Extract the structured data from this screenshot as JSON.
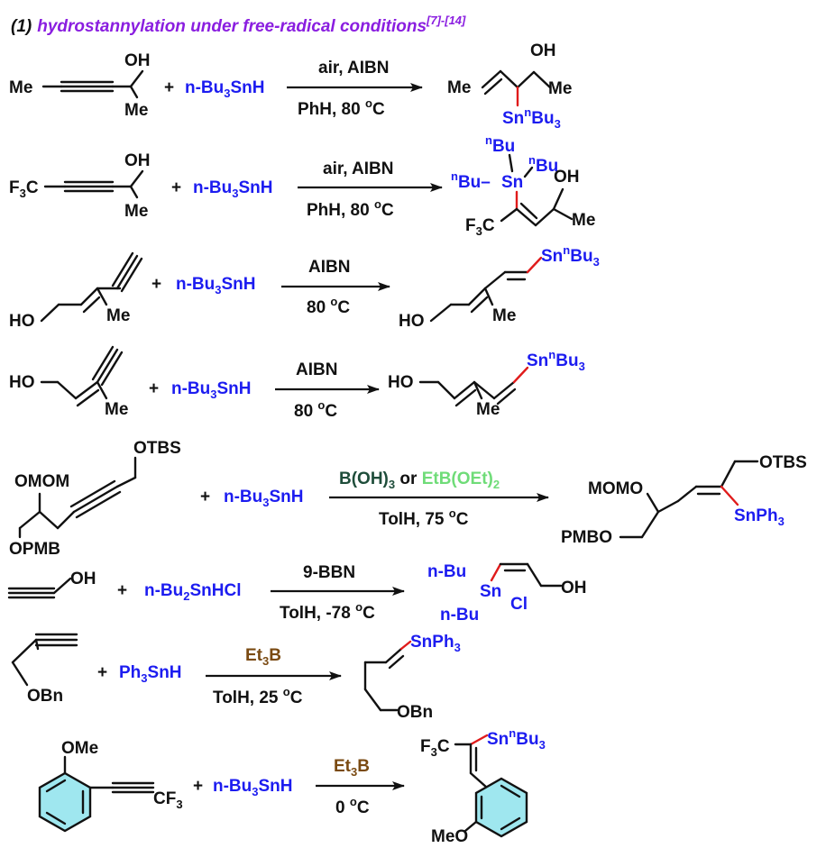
{
  "title": {
    "number": "(1)",
    "text": "hydrostannylation under free-radical conditions",
    "refs": "[7]-[14]",
    "color": "#8a1ee0"
  },
  "colors": {
    "reagent_blue": "#1c1cf0",
    "new_bond_red": "#e01b1b",
    "borane_brown": "#7a4a12",
    "boric_teal": "#1e4d3a",
    "borate_green": "#6fdc78",
    "arene_fill": "#9fe7ef"
  },
  "reactions": [
    {
      "reagent": {
        "a": "n-Bu",
        "sub": "3",
        "b": "SnH"
      },
      "cond_top": "air, AIBN",
      "cond_bottom": "PhH, 80 ",
      "substrate": {
        "me": "Me",
        "oh": "OH",
        "me2": "Me"
      },
      "product": {
        "me": "Me",
        "oh": "OH",
        "me2": "Me",
        "sn": "Sn",
        "n": "n",
        "bu": "Bu",
        "three": "3"
      }
    },
    {
      "reagent": {
        "a": "n-Bu",
        "sub": "3",
        "b": "SnH"
      },
      "cond_top": "air, AIBN",
      "cond_bottom": "PhH, 80 ",
      "substrate": {
        "f": "F",
        "f3sub": "3",
        "c": "C",
        "oh": "OH",
        "me": "Me"
      },
      "product": {
        "n1": "n",
        "bu1": "Bu",
        "n2": "n",
        "bu2": "Bu",
        "n3": "n",
        "bu3": "Bu–",
        "sn": "Sn",
        "oh": "OH",
        "f": "F",
        "f3sub": "3",
        "c": "C",
        "me": "Me"
      }
    },
    {
      "reagent": {
        "a": "n-Bu",
        "sub": "3",
        "b": "SnH"
      },
      "cond_top": "AIBN",
      "cond_bottom": "80 ",
      "substrate": {
        "ho": "HO",
        "me": "Me"
      },
      "product": {
        "sn": "Sn",
        "n": "n",
        "bu": "Bu",
        "three": "3",
        "ho": "HO",
        "me": "Me"
      }
    },
    {
      "reagent": {
        "a": "n-Bu",
        "sub": "3",
        "b": "SnH"
      },
      "cond_top": "AIBN",
      "cond_bottom": "80 ",
      "substrate": {
        "ho": "HO",
        "me": "Me"
      },
      "product": {
        "sn": "Sn",
        "n": "n",
        "bu": "Bu",
        "three": "3",
        "ho": "HO",
        "me": "Me"
      }
    },
    {
      "reagent": {
        "a": "n-Bu",
        "sub": "3",
        "b": "SnH"
      },
      "cond_top_a": "B(OH)",
      "cond_top_a_sub": "3",
      "cond_top_or": " or ",
      "cond_top_b": "EtB(OEt)",
      "cond_top_b_sub": "2",
      "cond_bottom": "TolH, 75 ",
      "substrate": {
        "otbs": "OTBS",
        "omom": "OMOM",
        "opmb": "OPMB"
      },
      "product": {
        "otbs": "OTBS",
        "momo": "MOMO",
        "pmbo": "PMBO",
        "sn": "SnPh",
        "three": "3"
      }
    },
    {
      "reagent": {
        "a": "n-Bu",
        "sub": "2",
        "b": "SnHCl"
      },
      "cond_top": "9-BBN",
      "cond_bottom": "TolH, -78 ",
      "substrate": {
        "oh": "OH"
      },
      "product": {
        "bu1": "n-Bu",
        "sn": "Sn",
        "cl": "Cl",
        "bu2": "n-Bu",
        "oh": "OH"
      }
    },
    {
      "reagent": {
        "a": "Ph",
        "sub": "3",
        "b": "SnH"
      },
      "cond_top_a": "Et",
      "cond_top_sub": "3",
      "cond_top_b": "B",
      "cond_bottom": "TolH, 25 ",
      "substrate": {
        "obn": "OBn"
      },
      "product": {
        "sn": "SnPh",
        "three": "3",
        "obn": "OBn"
      }
    },
    {
      "reagent": {
        "a": "n-Bu",
        "sub": "3",
        "b": "SnH"
      },
      "cond_top_a": "Et",
      "cond_top_sub": "3",
      "cond_top_b": "B",
      "cond_bottom": "0 ",
      "substrate": {
        "ome": "OMe",
        "c": "CF",
        "three": "3"
      },
      "product": {
        "f": "F",
        "f3sub": "3",
        "c": "C",
        "sn": "Sn",
        "n": "n",
        "bu": "Bu",
        "three": "3",
        "meo": "MeO"
      }
    }
  ],
  "symbols": {
    "plus": "+",
    "deg": "o",
    "degC": "C"
  }
}
